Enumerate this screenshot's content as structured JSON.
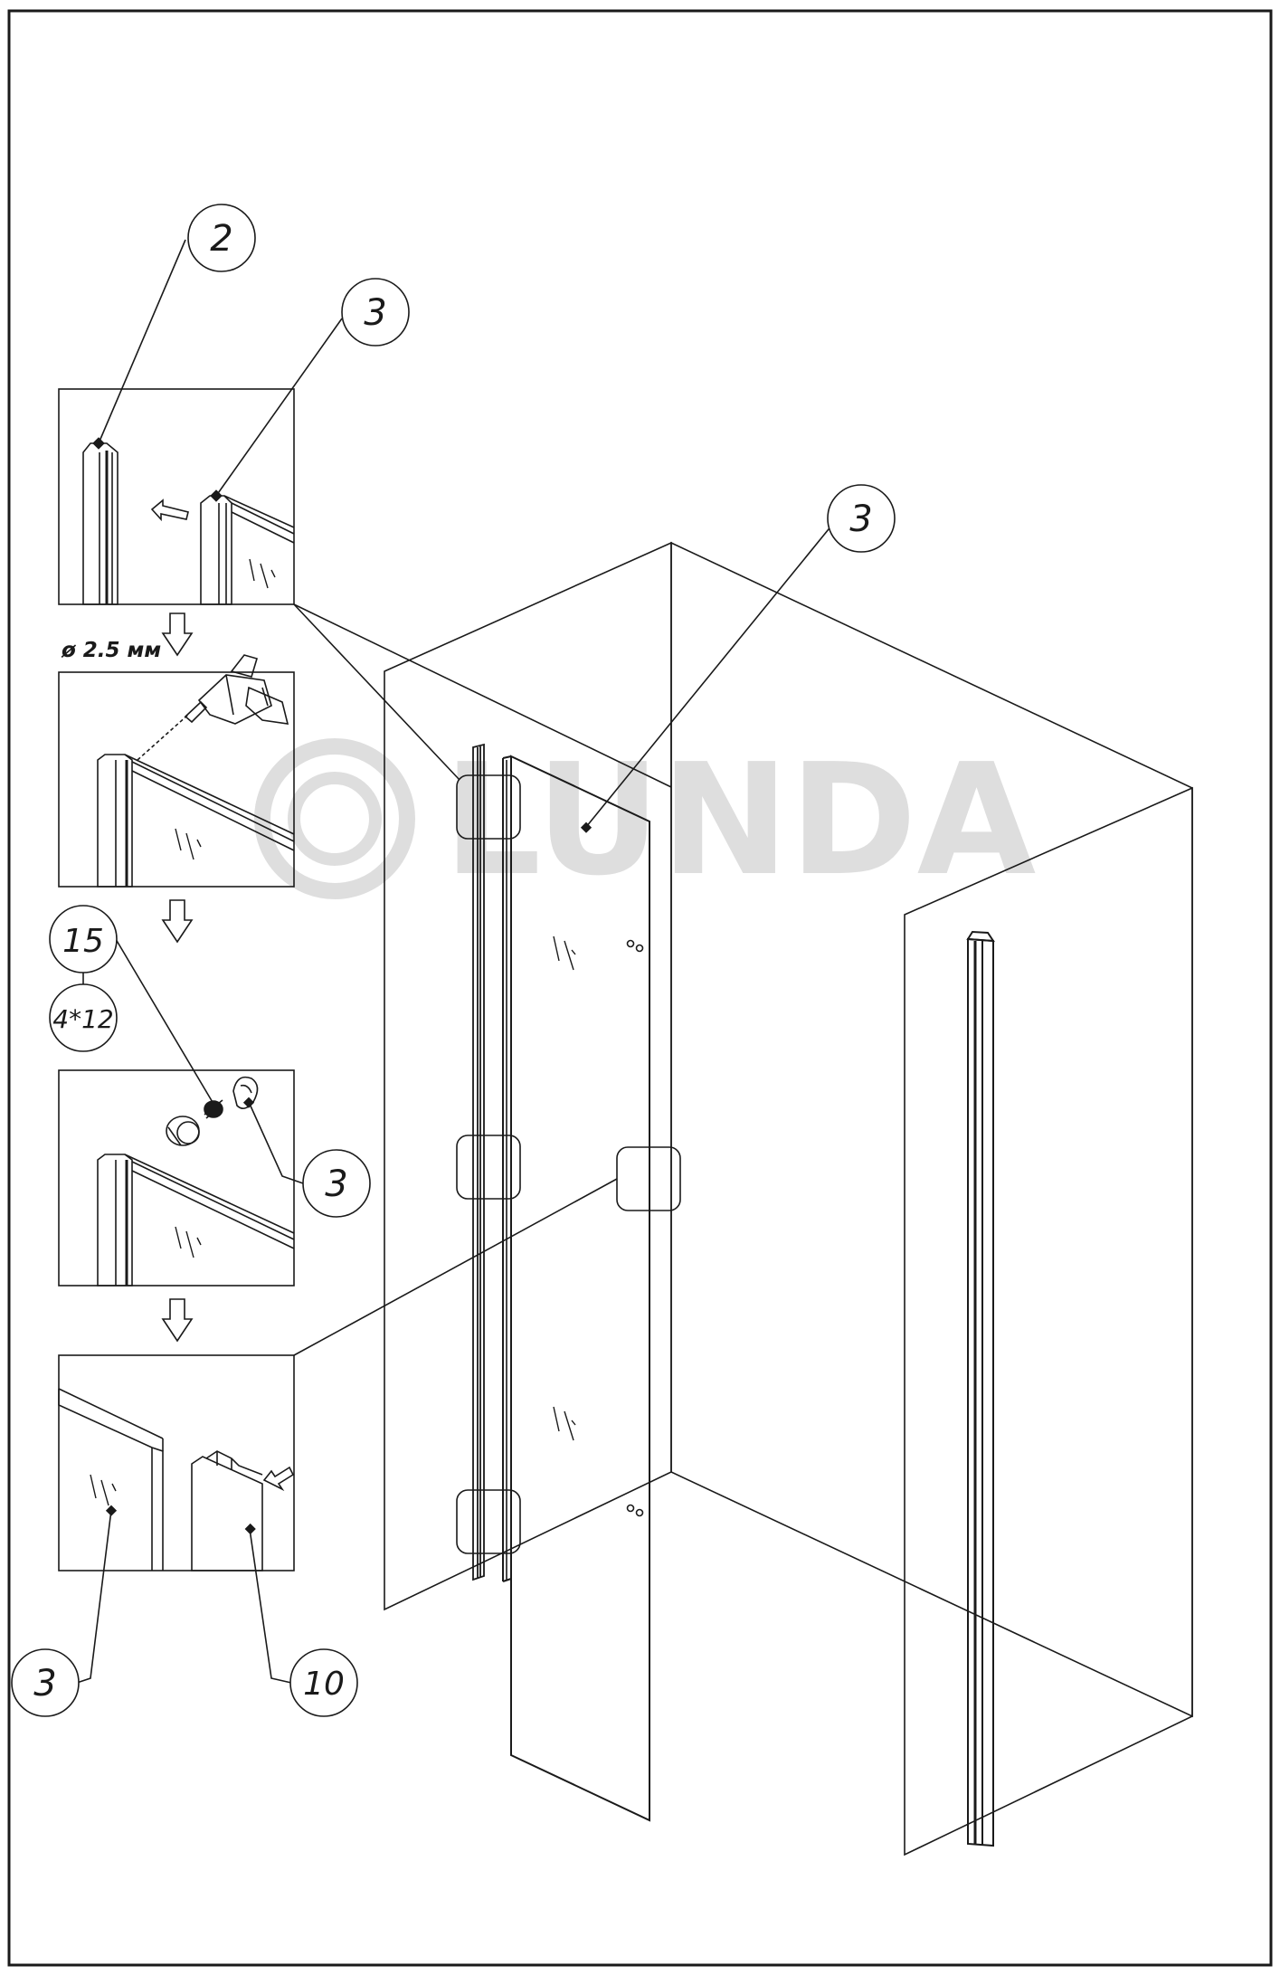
{
  "callouts": {
    "c_2": "2",
    "c_3_step1": "3",
    "c_3_main": "3",
    "c_15": "15",
    "c_4x12": "4*12",
    "c_3_step3": "3",
    "c_3_bottom": "3",
    "c_10": "10"
  },
  "step2": {
    "drill_dimension": "ø 2.5 мм"
  },
  "watermark": {
    "text": "LUNDA",
    "color": "#d9d9d9"
  },
  "colors": {
    "line": "#1a1a1a",
    "background": "#ffffff"
  }
}
